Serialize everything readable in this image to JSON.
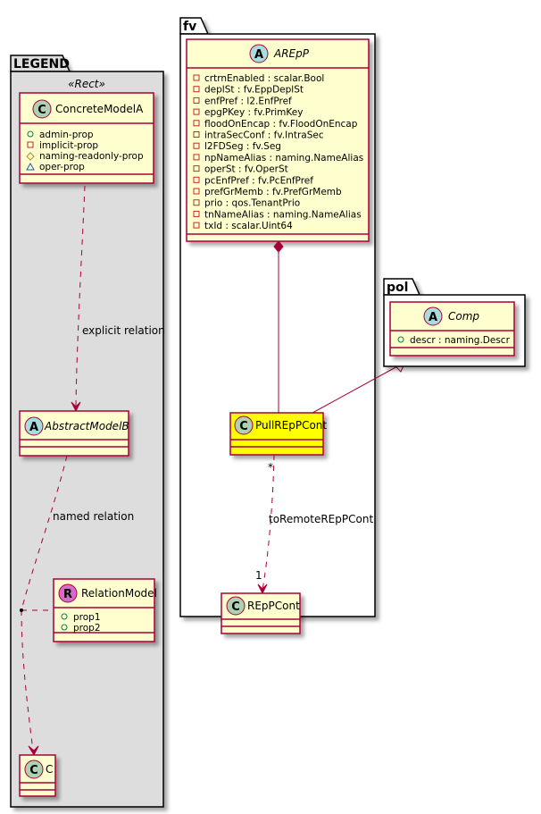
{
  "colors": {
    "class_fill": "#FEFECE",
    "class_border": "#A80036",
    "highlight_fill": "#FFFF00",
    "legend_bg": "#DDDDDD",
    "class_circle": "#ADD1B2",
    "abstract_circle": "#A9DCDF",
    "relation_circle": "#D66BC9"
  },
  "packages": {
    "legend": {
      "label": "LEGEND",
      "stereotype": "«Rect»"
    },
    "fv": {
      "label": "fv"
    },
    "pol": {
      "label": "pol"
    }
  },
  "classes": {
    "concrete_model_a": {
      "name": "ConcreteModelA",
      "kind": "C",
      "attributes": [
        {
          "visibility": "public",
          "icon": "circle-icon",
          "text": "admin-prop"
        },
        {
          "visibility": "private",
          "icon": "square-icon",
          "text": "implicit-prop"
        },
        {
          "visibility": "protected",
          "icon": "diamond-icon",
          "text": "naming-readonly-prop"
        },
        {
          "visibility": "package",
          "icon": "triangle-icon",
          "text": "oper-prop"
        }
      ]
    },
    "abstract_model_b": {
      "name": "AbstractModelB",
      "kind": "A"
    },
    "relation_model": {
      "name": "RelationModel",
      "kind": "R",
      "attributes": [
        {
          "visibility": "public",
          "icon": "circle-icon",
          "text": "prop1"
        },
        {
          "visibility": "public",
          "icon": "circle-icon",
          "text": "prop2"
        }
      ]
    },
    "c": {
      "name": "C",
      "kind": "C"
    },
    "arepp": {
      "name": "AREpP",
      "kind": "A",
      "attributes": [
        {
          "visibility": "private",
          "icon": "square-icon",
          "text": "crtrnEnabled : scalar.Bool"
        },
        {
          "visibility": "private",
          "icon": "square-icon",
          "text": "deplSt : fv.EppDeplSt"
        },
        {
          "visibility": "private",
          "icon": "square-icon",
          "text": "enfPref : l2.EnfPref"
        },
        {
          "visibility": "private",
          "icon": "square-icon",
          "text": "epgPKey : fv.PrimKey"
        },
        {
          "visibility": "private",
          "icon": "square-icon",
          "text": "floodOnEncap : fv.FloodOnEncap"
        },
        {
          "visibility": "private",
          "icon": "square-icon",
          "text": "intraSecConf : fv.IntraSec"
        },
        {
          "visibility": "private",
          "icon": "square-icon",
          "text": "l2FDSeg : fv.Seg"
        },
        {
          "visibility": "private",
          "icon": "square-icon",
          "text": "npNameAlias : naming.NameAlias"
        },
        {
          "visibility": "private",
          "icon": "square-icon",
          "text": "operSt : fv.OperSt"
        },
        {
          "visibility": "private",
          "icon": "square-icon",
          "text": "pcEnfPref : fv.PcEnfPref"
        },
        {
          "visibility": "private",
          "icon": "square-icon",
          "text": "prefGrMemb : fv.PrefGrMemb"
        },
        {
          "visibility": "private",
          "icon": "square-icon",
          "text": "prio : qos.TenantPrio"
        },
        {
          "visibility": "private",
          "icon": "square-icon",
          "text": "tnNameAlias : naming.NameAlias"
        },
        {
          "visibility": "private",
          "icon": "square-icon",
          "text": "txId : scalar.Uint64"
        }
      ]
    },
    "comp": {
      "name": "Comp",
      "kind": "A",
      "attributes": [
        {
          "visibility": "public",
          "icon": "circle-icon",
          "text": "descr : naming.Descr"
        }
      ]
    },
    "pull_repp_cont": {
      "name": "PullREpPCont",
      "kind": "C"
    },
    "repp_cont": {
      "name": "REpPCont",
      "kind": "C"
    }
  },
  "edges": {
    "explicit": {
      "label": "explicit relation"
    },
    "named": {
      "label": "named relation"
    },
    "to_remote": {
      "label": "toRemoteREpPCont",
      "source_mult": "*",
      "target_mult": "1"
    }
  }
}
